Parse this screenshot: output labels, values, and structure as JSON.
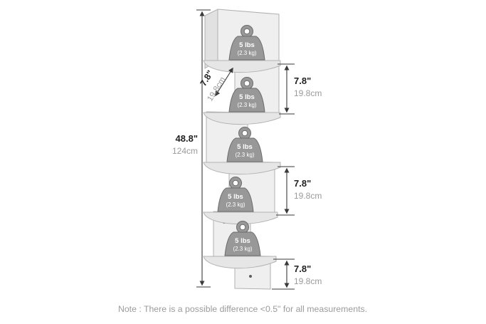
{
  "diagram": {
    "height": {
      "in": "48.8\"",
      "cm": "124cm"
    },
    "depth": {
      "in": "7.8\"",
      "cm": "19.8cm"
    },
    "tier_gaps": [
      {
        "in": "7.8\"",
        "cm": "19.8cm"
      },
      {
        "in": "7.8\"",
        "cm": "19.8cm"
      },
      {
        "in": "7.8\"",
        "cm": "19.8cm"
      }
    ],
    "weights": [
      {
        "lbs": "5 lbs",
        "kg": "(2.3 kg)"
      },
      {
        "lbs": "5 lbs",
        "kg": "(2.3 kg)"
      },
      {
        "lbs": "5 lbs",
        "kg": "(2.3 kg)"
      },
      {
        "lbs": "5 lbs",
        "kg": "(2.3 kg)"
      },
      {
        "lbs": "5 lbs",
        "kg": "(2.3 kg)"
      }
    ],
    "note": "Note : There is a possible difference <0.5\" for all measurements.",
    "colors": {
      "dimension_line": "#3a3a3a",
      "imperial_text": "#222222",
      "metric_text": "#9b9b9b",
      "note_text": "#9b9b9b",
      "panel_fill": "#efefef",
      "shelf_fill": "#e6e6e6",
      "weight_fill": "#989898"
    }
  }
}
